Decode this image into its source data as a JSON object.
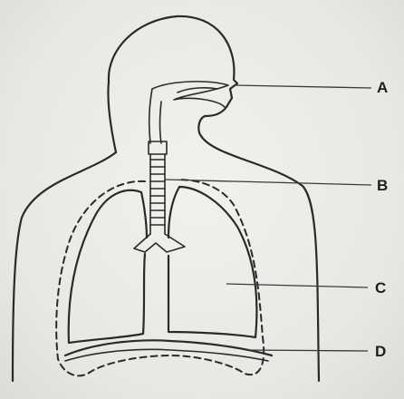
{
  "labels": {
    "a": "A",
    "b": "B",
    "c": "C",
    "d": "D"
  },
  "colors": {
    "ink": "#2a2a2a",
    "paper": "#e9e9e6"
  }
}
